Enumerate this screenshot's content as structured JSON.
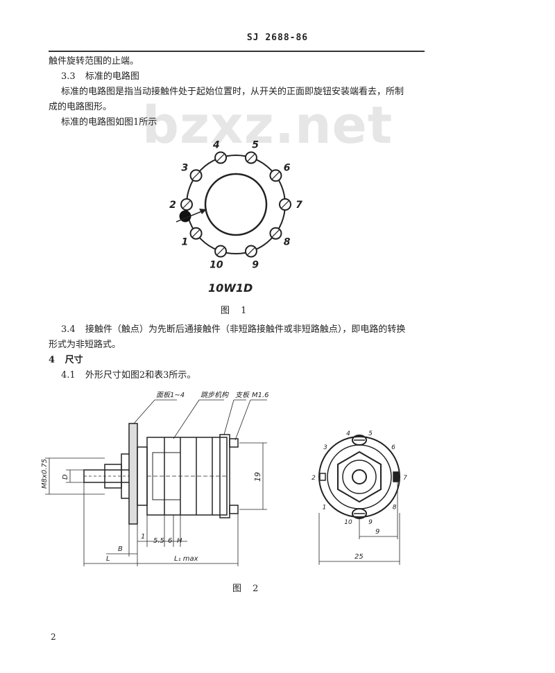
{
  "header": {
    "code": "SJ 2688-86"
  },
  "watermark": "bzxz.net",
  "body": {
    "line1": "触件旋转范围的止端。",
    "sec33_num": "3.3",
    "sec33_title": "标准的电路图",
    "para1a": "标准的电路图是指当动接触件处于起始位置时，从开关的正面即旋钮安装端看去，所制",
    "para1b": "成的电路图形。",
    "para2": "标准的电路图如图1所示",
    "sec34_num": "3.4",
    "para3a": "接触件（触点）为先断后通接触件（非短路接触件或非短路触点），即电路的转换",
    "para3b": "形式为非短路式。",
    "sec4_num": "4",
    "sec4_title": "尺寸",
    "sec41_num": "4.1",
    "sec41_text": "外形尺寸如图2和表3所示。"
  },
  "figure1": {
    "terminals": [
      "1",
      "2",
      "3",
      "4",
      "5",
      "6",
      "7",
      "8",
      "9",
      "10"
    ],
    "model": "10W1D",
    "caption": "图 1"
  },
  "figure2": {
    "labels": {
      "panel": "面板1~4",
      "step": "跳步机构",
      "plate": "支板",
      "screw": "M1.6",
      "thread": "M8x0.75",
      "d": "D",
      "height": "19",
      "b": "B",
      "l": "L",
      "l1": "L₁ max",
      "d1": "1",
      "d2": "5.5",
      "d3": "6",
      "h": "H",
      "w9": "9",
      "w25": "25"
    },
    "terminals": [
      "1",
      "2",
      "3",
      "4",
      "5",
      "6",
      "7",
      "8",
      "9",
      "10"
    ],
    "caption": "图 2"
  },
  "footer": {
    "page": "2"
  }
}
